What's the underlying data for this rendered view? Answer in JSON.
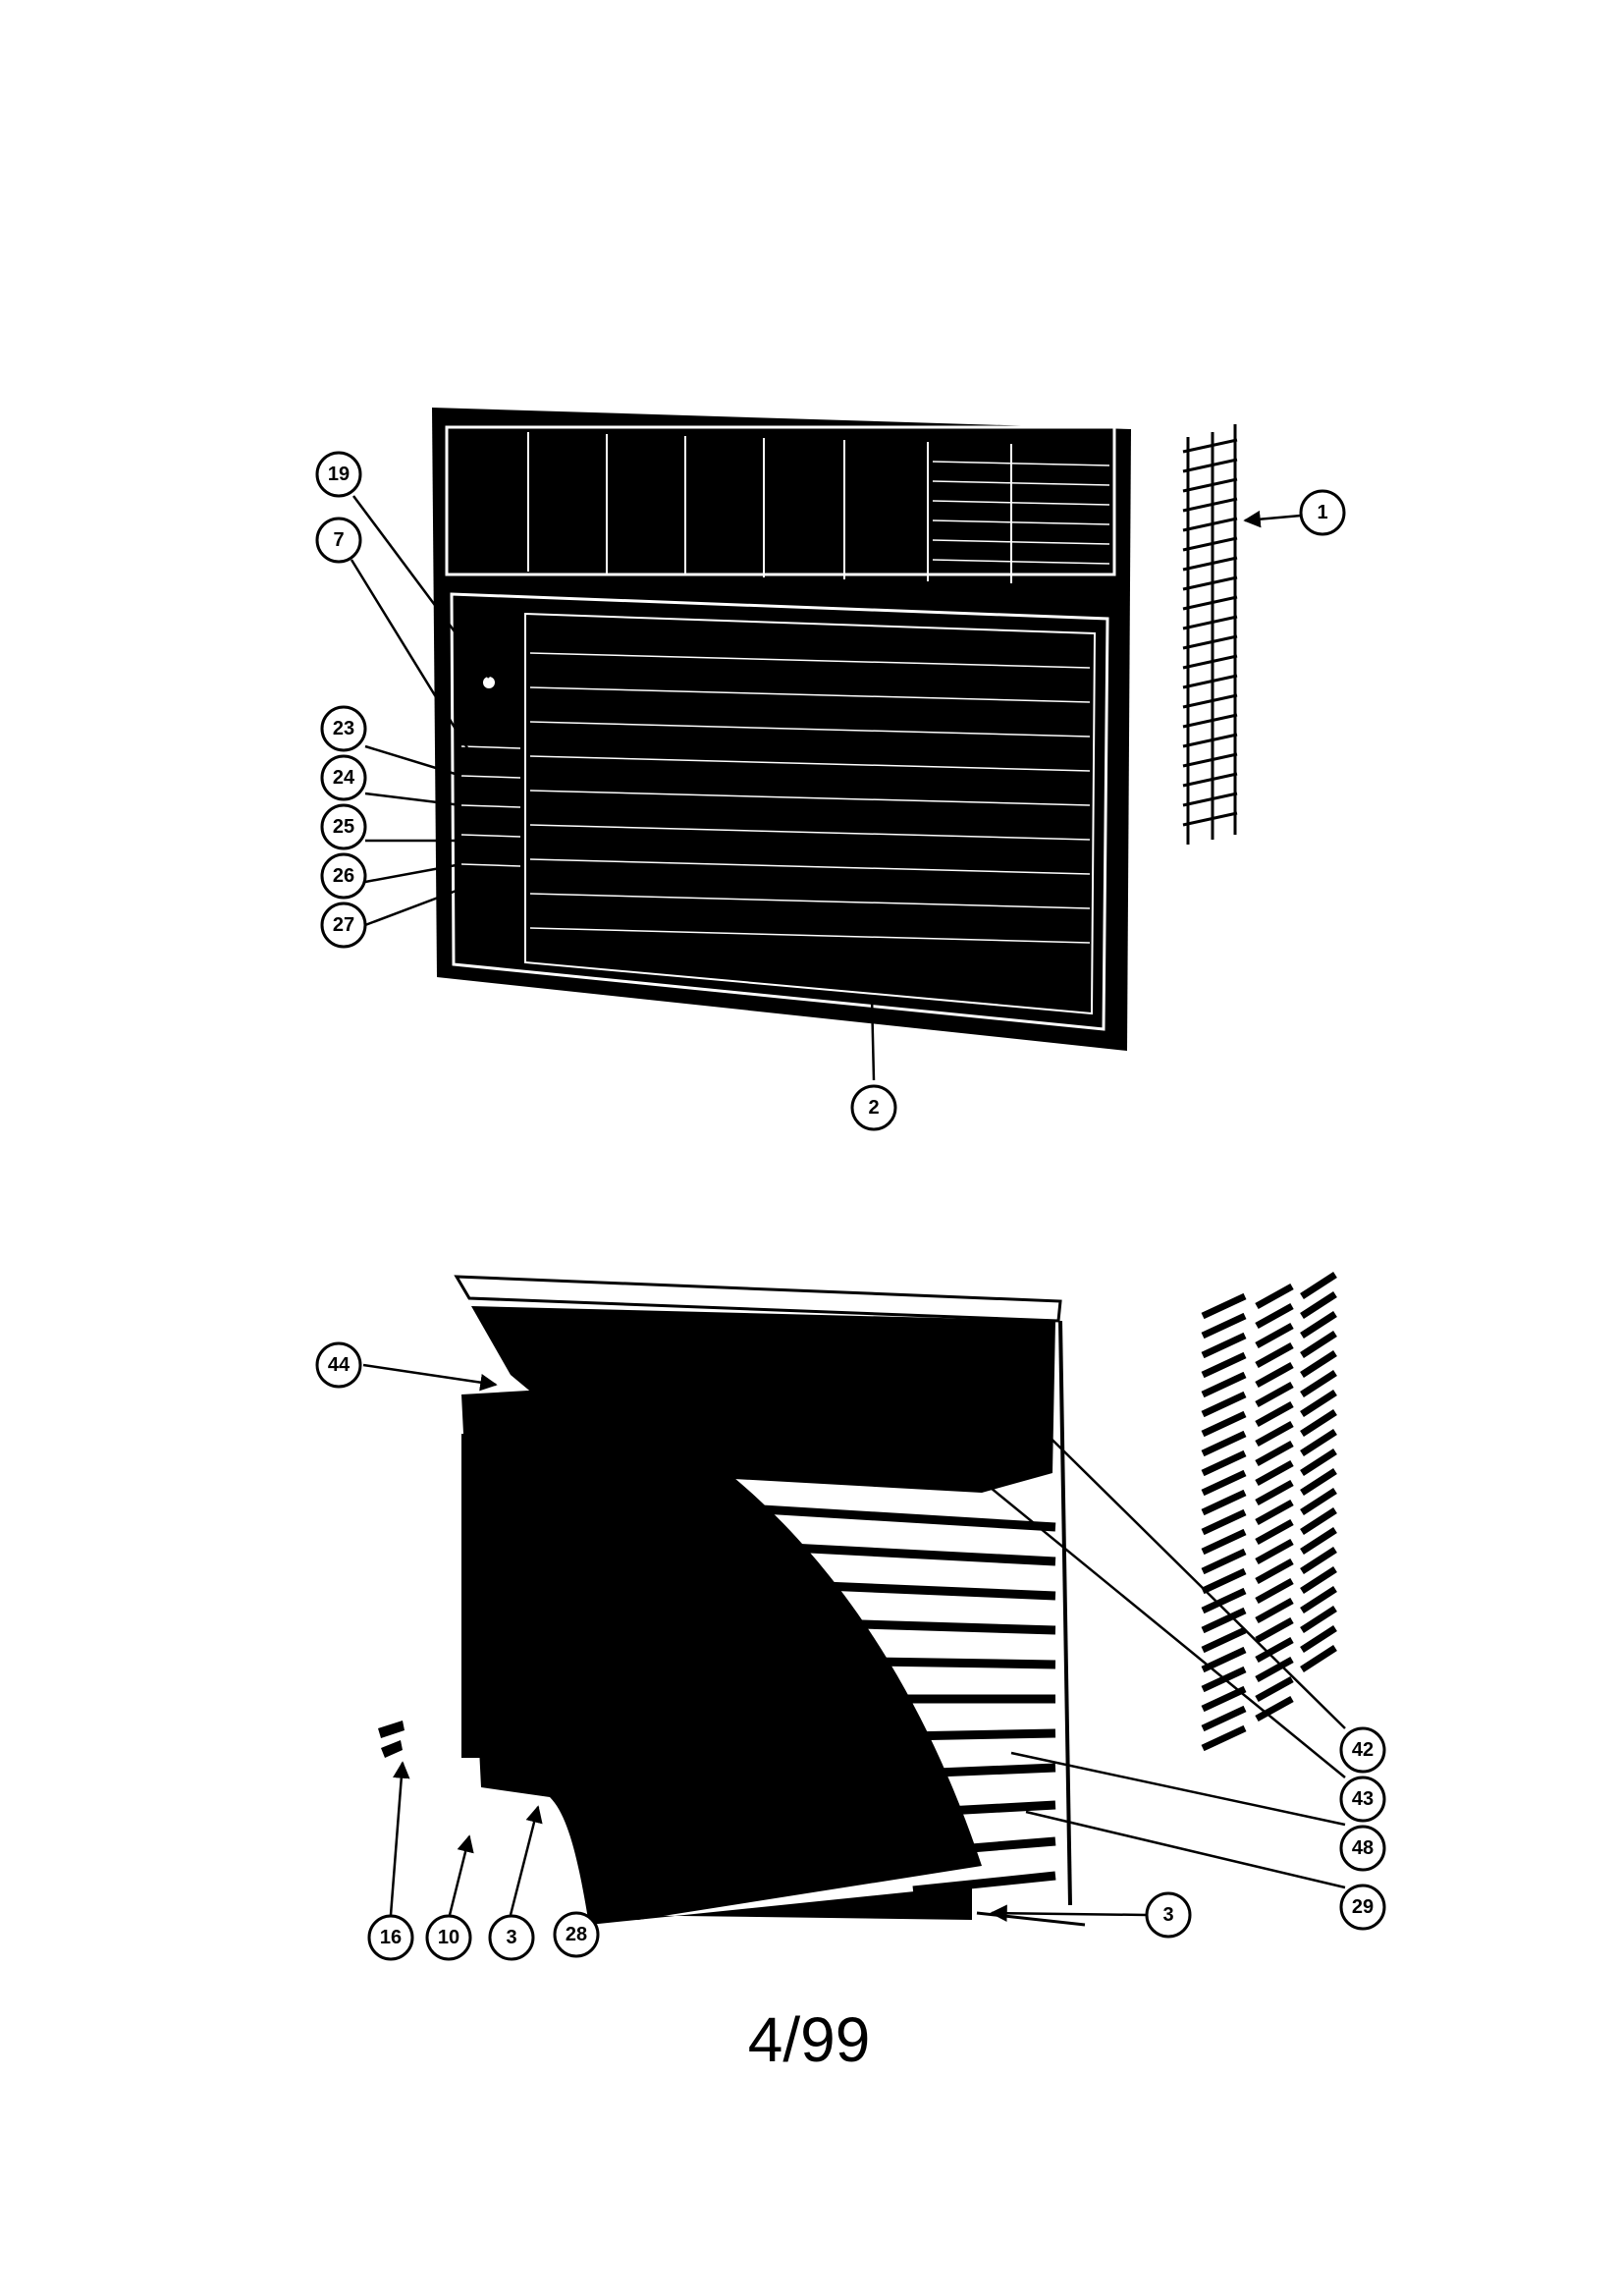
{
  "footer_text": "4/99",
  "top_view": {
    "callouts": [
      "19",
      "7",
      "23",
      "24",
      "25",
      "26",
      "27",
      "2",
      "1"
    ]
  },
  "bottom_view": {
    "callouts": [
      "44",
      "42",
      "43",
      "48",
      "29",
      "3",
      "28",
      "3",
      "10",
      "16"
    ]
  },
  "colors": {
    "ink": "#000000",
    "paper": "#ffffff"
  }
}
